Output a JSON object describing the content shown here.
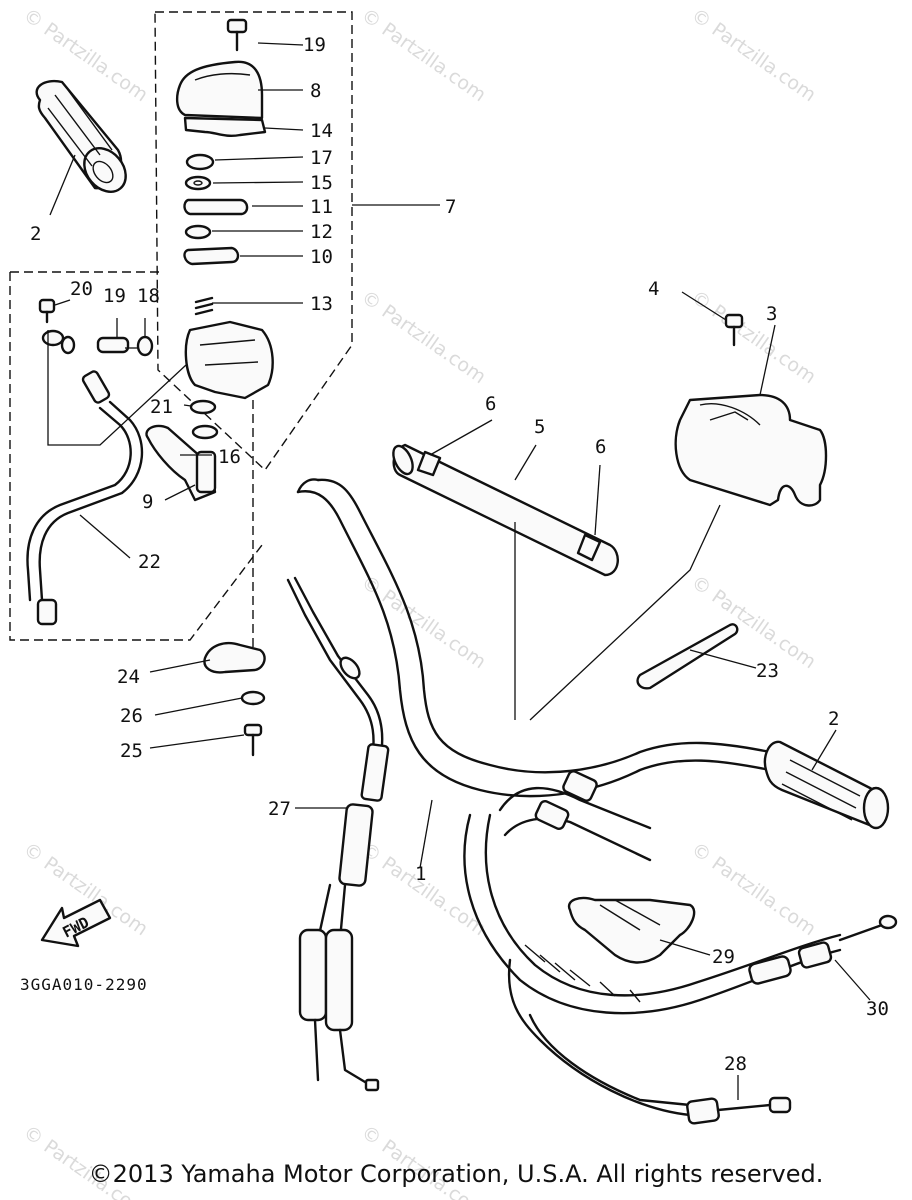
{
  "diagram": {
    "callouts": [
      "1",
      "2",
      "2",
      "3",
      "4",
      "5",
      "6",
      "6",
      "7",
      "8",
      "9",
      "10",
      "11",
      "12",
      "13",
      "14",
      "15",
      "16",
      "17",
      "18",
      "19",
      "19",
      "20",
      "21",
      "22",
      "23",
      "24",
      "25",
      "26",
      "27",
      "28",
      "29",
      "30"
    ],
    "fwd_label": "FWD",
    "drawing_code": "3GGA010-2290",
    "watermark": "© Partzilla.com"
  },
  "footer": {
    "copyright": "©2013 Yamaha Motor Corporation, U.S.A. All rights reserved."
  }
}
